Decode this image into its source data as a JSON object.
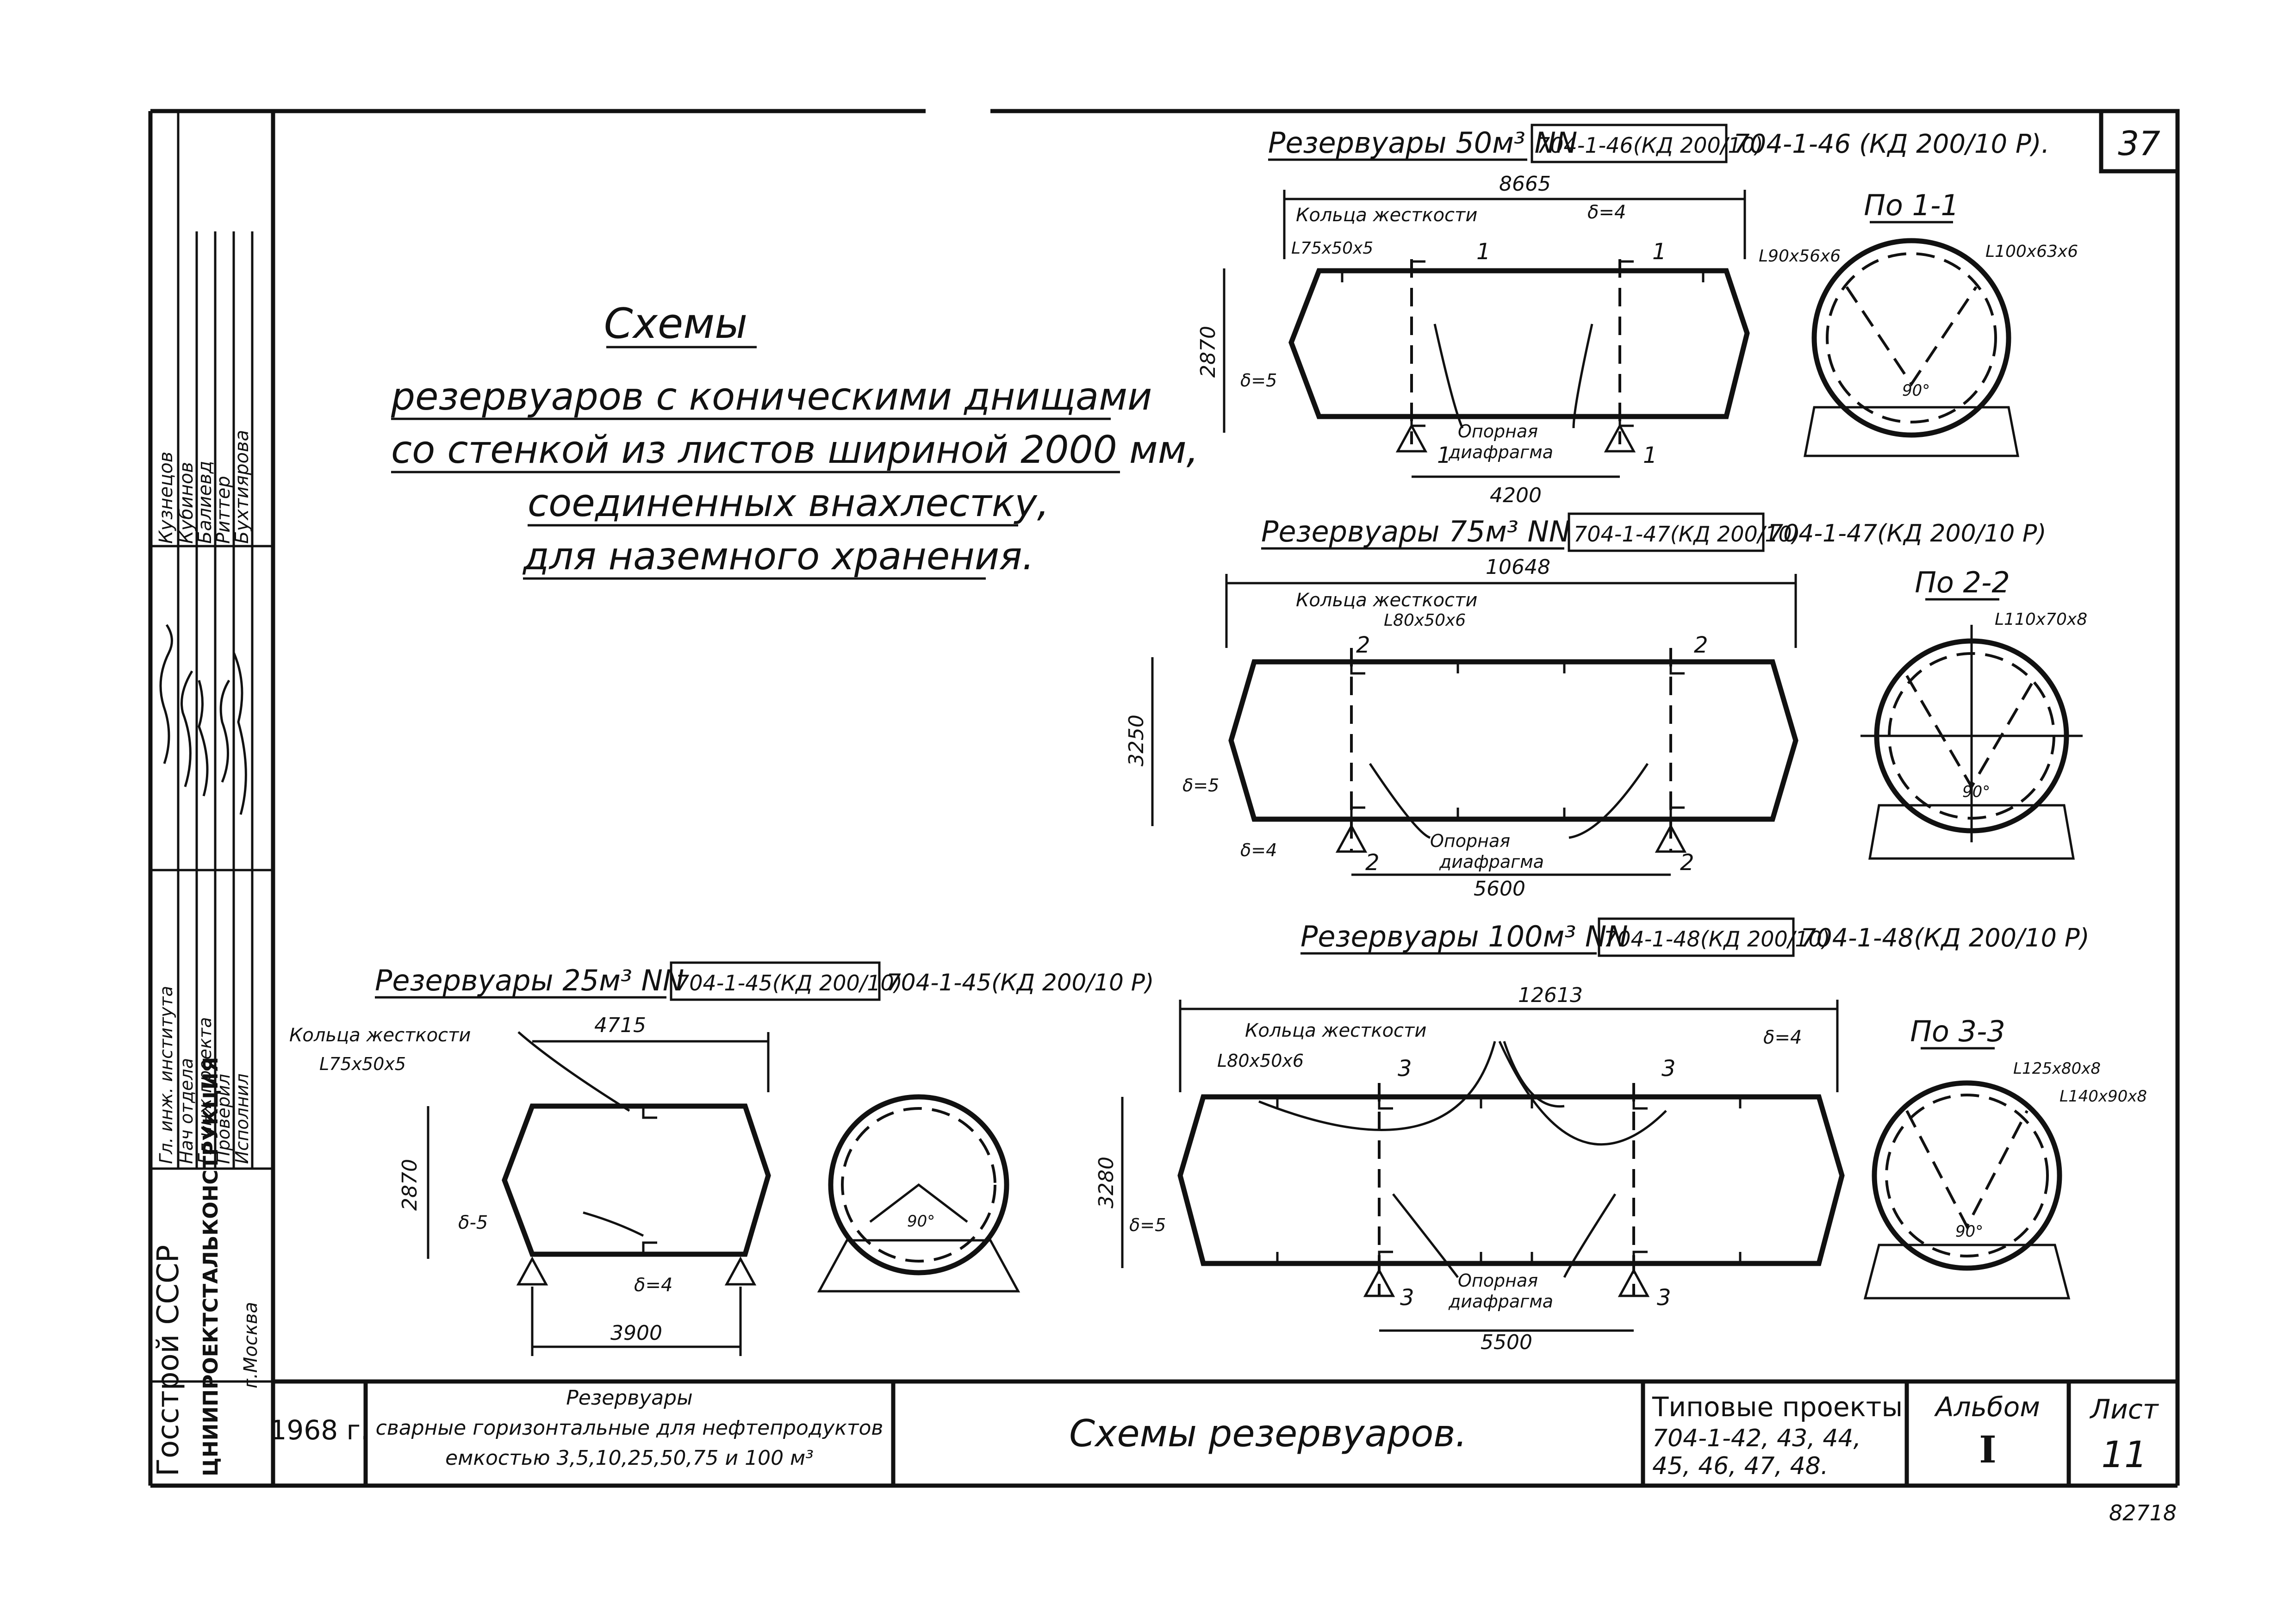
{
  "sheet_number": "37",
  "stamp": {
    "org_line1": "Госстрой СССР",
    "org_line2": "ЦНИИПРОЕКТСТАЛЬКОНСТРУКЦИЯ",
    "org_city": "г.Москва",
    "roles": [
      "Гл. инж. института",
      "Нач отдела",
      "Гл инж проекта",
      "Проверил",
      "Исполнил"
    ],
    "names": [
      "Кузнецов",
      "Кубинов",
      "Балиевд",
      "Риттер",
      "Бухтиярова"
    ]
  },
  "title_block": {
    "title": "Схемы",
    "lines": [
      "резервуаров с коническими днищами",
      "со стенкой из листов шириной 2000 мм,",
      "соединенных внахлестку,",
      "для наземного хранения."
    ]
  },
  "tanks": {
    "t50": {
      "heading": "Резервуары 50м³ NN",
      "code1": "704-1-46(КД 200/10)",
      "code2": "704-1-46 (КД 200/10 Р).",
      "length": "8665",
      "height": "2870",
      "support_span": "4200",
      "ring_label": "Кольца жесткости",
      "angle1": "L75x50x5",
      "delta_top": "δ=4",
      "delta_side": "δ=5",
      "diaphragm_l1": "Опорная",
      "diaphragm_l2": "диафрагма",
      "section_mark": "1",
      "section_title": "По 1-1",
      "sec_angle_a": "L90x56x6",
      "sec_angle_b": "L100x63x6",
      "sec_angle_deg": "90°"
    },
    "t75": {
      "heading": "Резервуары 75м³ NN",
      "code1": "704-1-47(КД 200/10)",
      "code2": "704-1-47(КД 200/10 Р)",
      "length": "10648",
      "height": "3250",
      "support_span": "5600",
      "ring_label": "Кольца жесткости",
      "angle1": "L80x50x6",
      "delta_side": "δ=5",
      "delta_bottom": "δ=4",
      "diaphragm_l1": "Опорная",
      "diaphragm_l2": "диафрагма",
      "section_mark": "2",
      "section_title": "По 2-2",
      "sec_angle_a": "L110x70x8",
      "sec_angle_deg": "90°"
    },
    "t25": {
      "heading": "Резервуары 25м³ NN",
      "code1": "704-1-45(КД 200/10)",
      "code2": "704-1-45(КД 200/10 Р)",
      "length": "4715",
      "height": "2870",
      "support_span": "3900",
      "ring_label": "Кольца жесткости",
      "angle1": "L75x50x5",
      "delta_side": "δ-5",
      "delta_bottom": "δ=4",
      "sec_angle_deg": "90°"
    },
    "t100": {
      "heading": "Резервуары 100м³ NN",
      "code1": "704-1-48(КД 200/10)",
      "code2": "704-1-48(КД 200/10 Р)",
      "length": "12613",
      "height": "3280",
      "support_span": "5500",
      "ring_label": "Кольца жесткости",
      "angle1": "L80x50x6",
      "delta_top": "δ=4",
      "delta_side": "δ=5",
      "diaphragm_l1": "Опорная",
      "diaphragm_l2": "диафрагма",
      "section_mark": "3",
      "section_title": "По 3-3",
      "sec_angle_a": "L125x80x8",
      "sec_angle_b": "L140x90x8",
      "sec_angle_deg": "90°"
    }
  },
  "bottom_block": {
    "year": "1968 г.",
    "desc_title": "Резервуары",
    "desc_line1": "сварные горизонтальные для нефтепродуктов",
    "desc_line2": "емкостью 3,5,10,25,50,75 и 100 м³",
    "sheet_title": "Схемы резервуаров.",
    "projects_title": "Типовые проекты",
    "projects_line1": "704-1-42, 43, 44,",
    "projects_line2": "45, 46, 47, 48.",
    "album_label": "Альбом",
    "album_value": "I",
    "list_label": "Лист",
    "list_value": "11"
  },
  "inventory_number": "82718"
}
